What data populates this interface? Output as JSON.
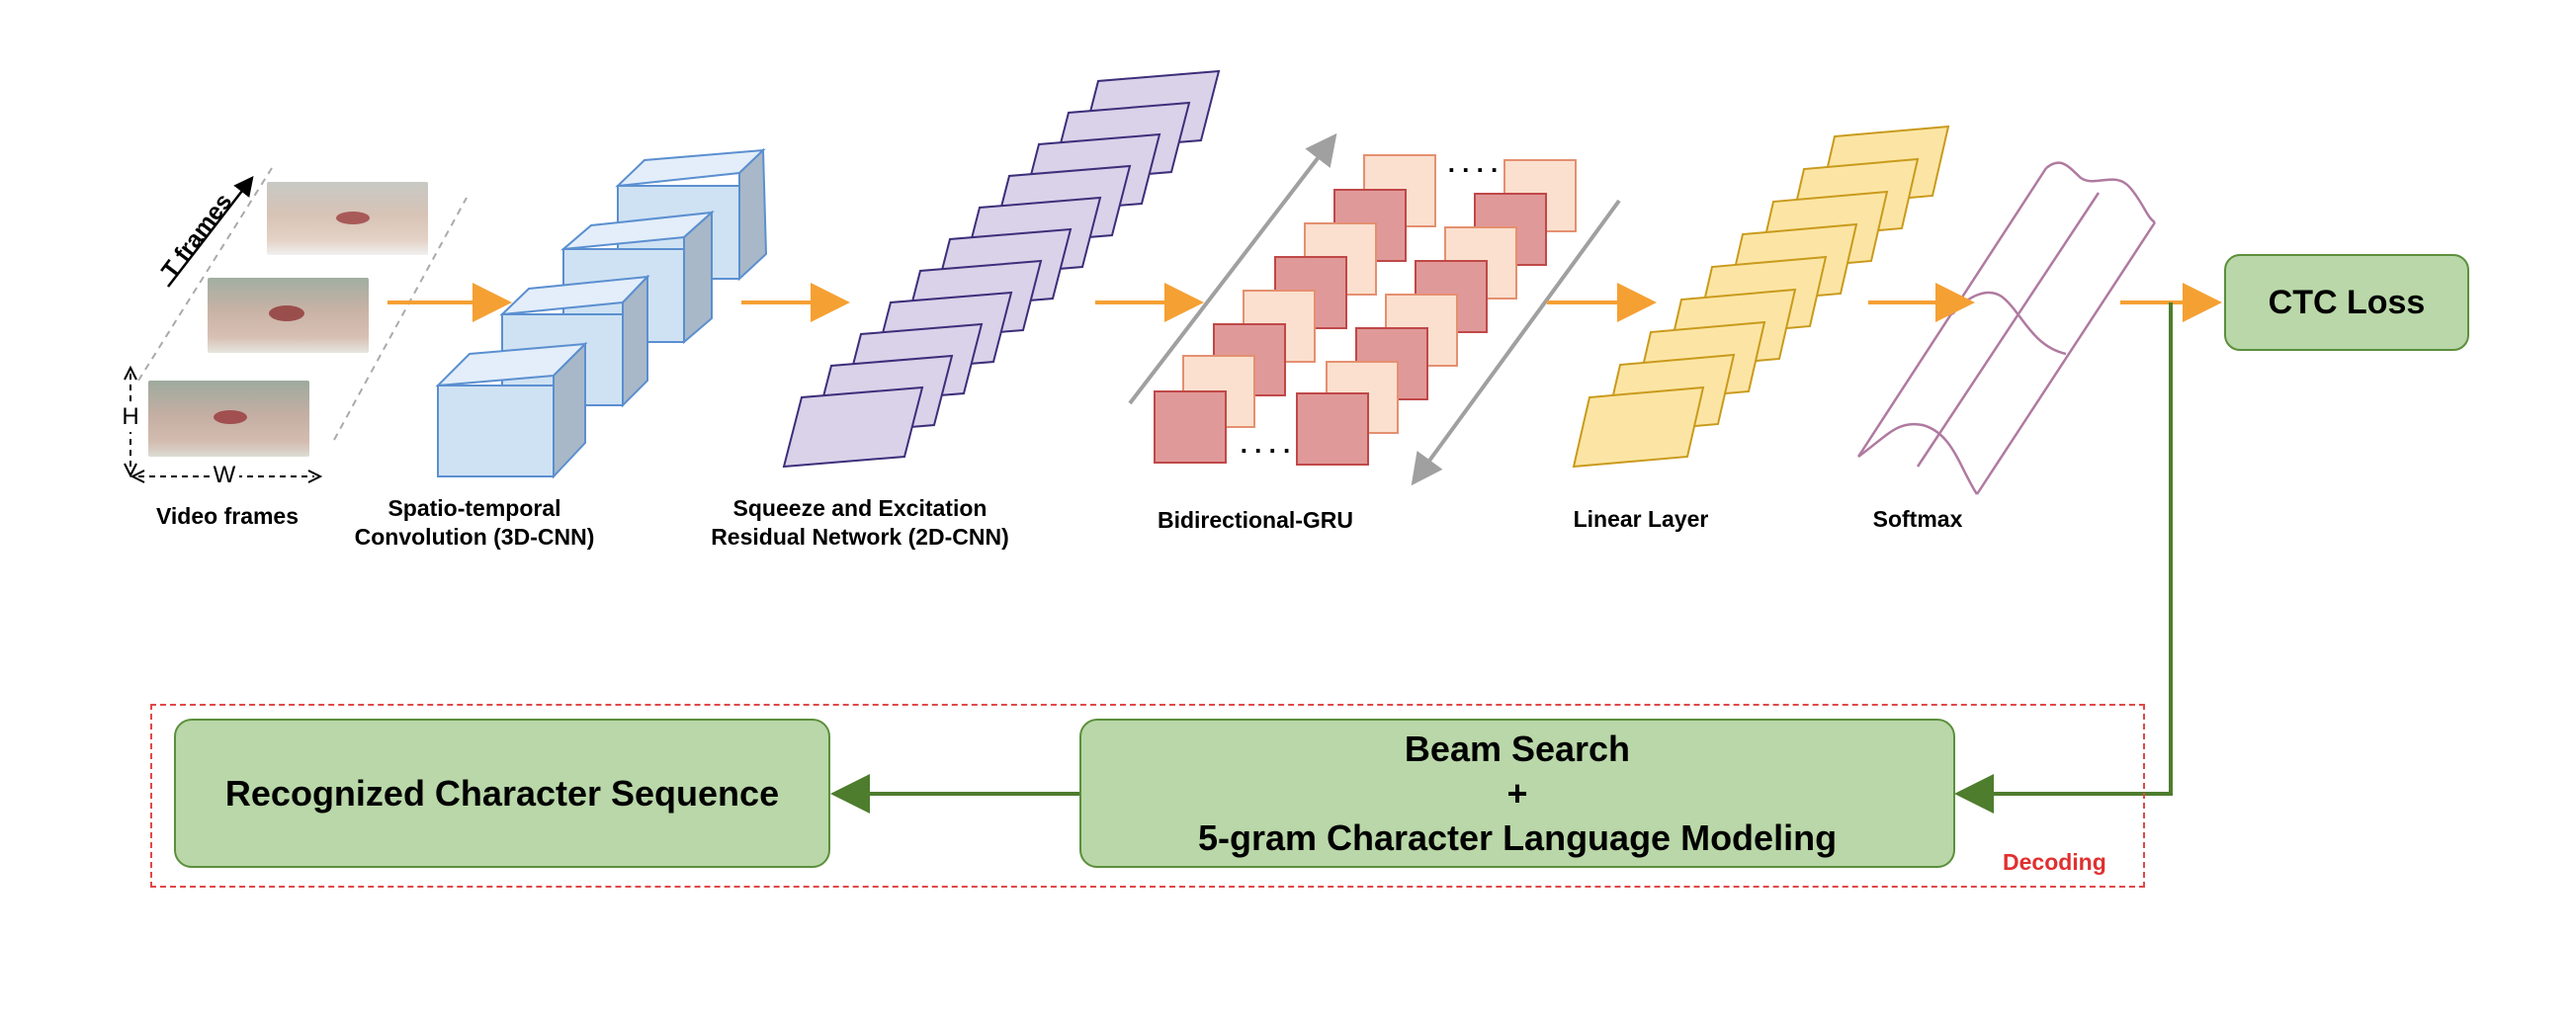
{
  "stages": {
    "video_frames": "Video frames",
    "st_conv_line1": "Spatio-temporal",
    "st_conv_line2": "Convolution (3D-CNN)",
    "se_line1": "Squeeze and Excitation",
    "se_line2": "Residual Network (2D-CNN)",
    "gru": "Bidirectional-GRU",
    "linear": "Linear Layer",
    "softmax": "Softmax"
  },
  "axes": {
    "t_frames": "T frames",
    "h": "H",
    "w": "W"
  },
  "ellipsis": ". . . .",
  "ctc_loss": "CTC Loss",
  "beam": {
    "line1": "Beam Search",
    "line2": "+",
    "line3": "5-gram Character Language Modeling"
  },
  "recognized": "Recognized Character Sequence",
  "decoding": "Decoding",
  "colors": {
    "flow_arrow": "#f5a033",
    "decode_arrow": "#4e7d2e",
    "box_fill": "#b9d7a8",
    "cnn3d": "#cfe2f3",
    "cnn2d": "#d9d2e9",
    "gru_dark": "#e09999",
    "gru_light": "#fbe0cf",
    "linear": "#fce5a4",
    "decoding_border": "#e04848"
  }
}
